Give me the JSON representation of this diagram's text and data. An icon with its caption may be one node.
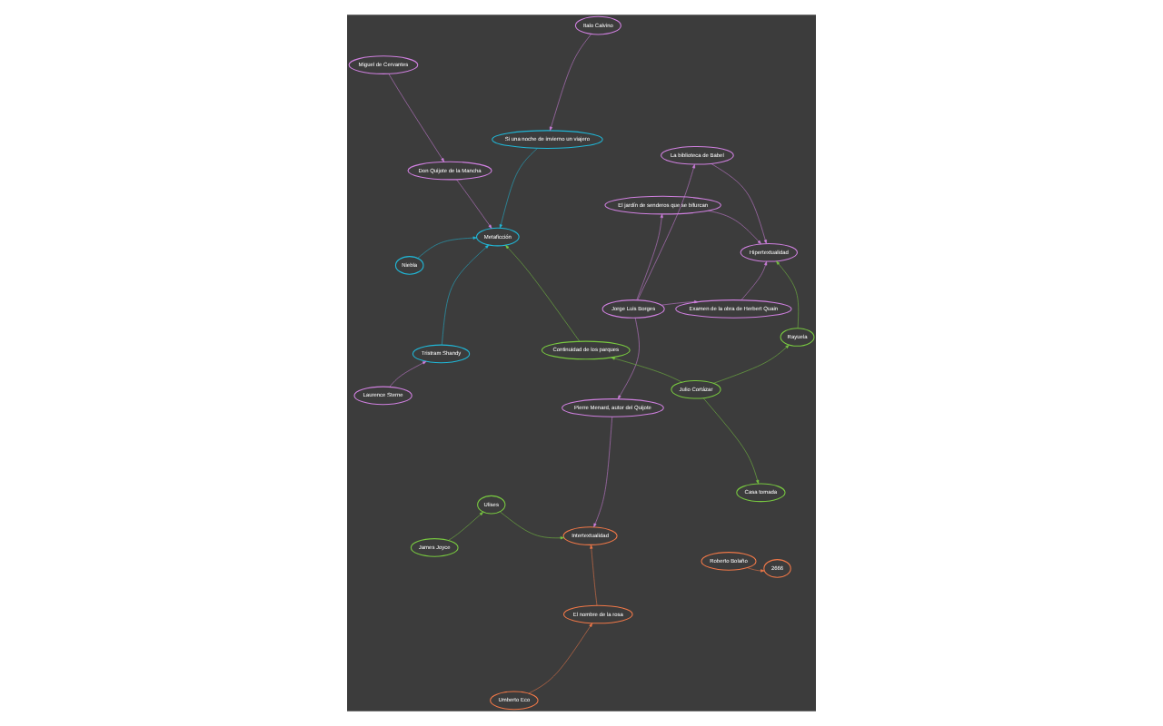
{
  "diagram": {
    "nodes": [
      {
        "text": [
          "El nombre de la rosa"
        ]
      },
      {
        "text": [
          "Tristram Shandy"
        ]
      },
      {
        "text": [
          "Continuidad de los parques"
        ]
      },
      {
        "text": [
          "Examen de la obra de Herbert Quain"
        ]
      },
      {
        "text": [
          "Italo Calvino"
        ]
      },
      {
        "text": [
          "Si una noche de invierno un viajero"
        ]
      },
      {
        "text": [
          "Jorge Luis Borges"
        ]
      },
      {
        "text": [
          "Ulises"
        ]
      },
      {
        "text": [
          "El jardín de senderos que se bifurcan"
        ]
      },
      {
        "text": [
          "Umberto Eco"
        ]
      },
      {
        "text": [
          "Intertextualidad"
        ]
      },
      {
        "text": [
          "Laurence Sterne"
        ]
      },
      {
        "text": [
          "Pierre Menard, autor del Quijote"
        ]
      },
      {
        "text": [
          "Roberto Bolaño"
        ]
      },
      {
        "text": [
          "Rayuela"
        ]
      },
      {
        "text": [
          "La biblioteca de Babel"
        ]
      },
      {
        "text": [
          "Miguel de Cervantes"
        ]
      },
      {
        "text": [
          "Julio Cortázar"
        ]
      },
      {
        "text": [
          "Hipertextualidad"
        ]
      },
      {
        "text": [
          "Don Quijote de la Mancha"
        ]
      },
      {
        "text": [
          "Metaficción"
        ]
      },
      {
        "text": [
          "Casa tomada"
        ]
      },
      {
        "text": [
          "James Joyce"
        ]
      },
      {
        "text": [
          "Niebla"
        ]
      },
      {
        "text": [
          "2666"
        ]
      }
    ],
    "edges": [
      {
        "from": 9,
        "to": 0,
        "arrow": "to",
        "color": "#f07848"
      },
      {
        "from": 11,
        "to": 1,
        "arrow": "to"
      },
      {
        "from": 4,
        "to": 5,
        "arrow": "to"
      },
      {
        "from": 6,
        "to": 3,
        "arrow": "to"
      },
      {
        "from": 6,
        "to": 8,
        "arrow": "to"
      },
      {
        "from": 6,
        "to": 12,
        "arrow": "to"
      },
      {
        "from": 6,
        "to": 15,
        "arrow": "to"
      },
      {
        "from": 22,
        "to": 7,
        "arrow": "to",
        "color": "#78c840"
      },
      {
        "from": 17,
        "to": 14,
        "arrow": "to",
        "color": "#78c840"
      },
      {
        "from": 17,
        "to": 21,
        "arrow": "to",
        "color": "#78c840"
      },
      {
        "from": 17,
        "to": 2,
        "arrow": "to",
        "color": "#78c840"
      },
      {
        "from": 16,
        "to": 19,
        "arrow": "to"
      },
      {
        "from": 13,
        "to": 24,
        "arrow": "to",
        "color": "#f07848"
      },
      {
        "from": 5,
        "to": 20,
        "arrow": "to",
        "color": "#20b8d8"
      },
      {
        "from": 1,
        "to": 20,
        "arrow": "to",
        "color": "#20b8d8"
      },
      {
        "from": 23,
        "to": 20,
        "arrow": "to",
        "color": "#20b8d8"
      },
      {
        "from": 19,
        "to": 20,
        "arrow": "to"
      },
      {
        "from": 2,
        "to": 20,
        "arrow": "to",
        "color": "#78c840"
      },
      {
        "from": 0,
        "to": 10,
        "arrow": "to",
        "color": "#f07848"
      },
      {
        "from": 7,
        "to": 10,
        "arrow": "to",
        "color": "#78c840"
      },
      {
        "from": 12,
        "to": 10,
        "arrow": "to"
      },
      {
        "from": 14,
        "to": 18,
        "arrow": "to",
        "color": "#78c840"
      },
      {
        "from": 8,
        "to": 18,
        "arrow": "to"
      },
      {
        "from": 3,
        "to": 18,
        "arrow": "to"
      },
      {
        "from": 15,
        "to": 18,
        "arrow": "to"
      }
    ]
  }
}
